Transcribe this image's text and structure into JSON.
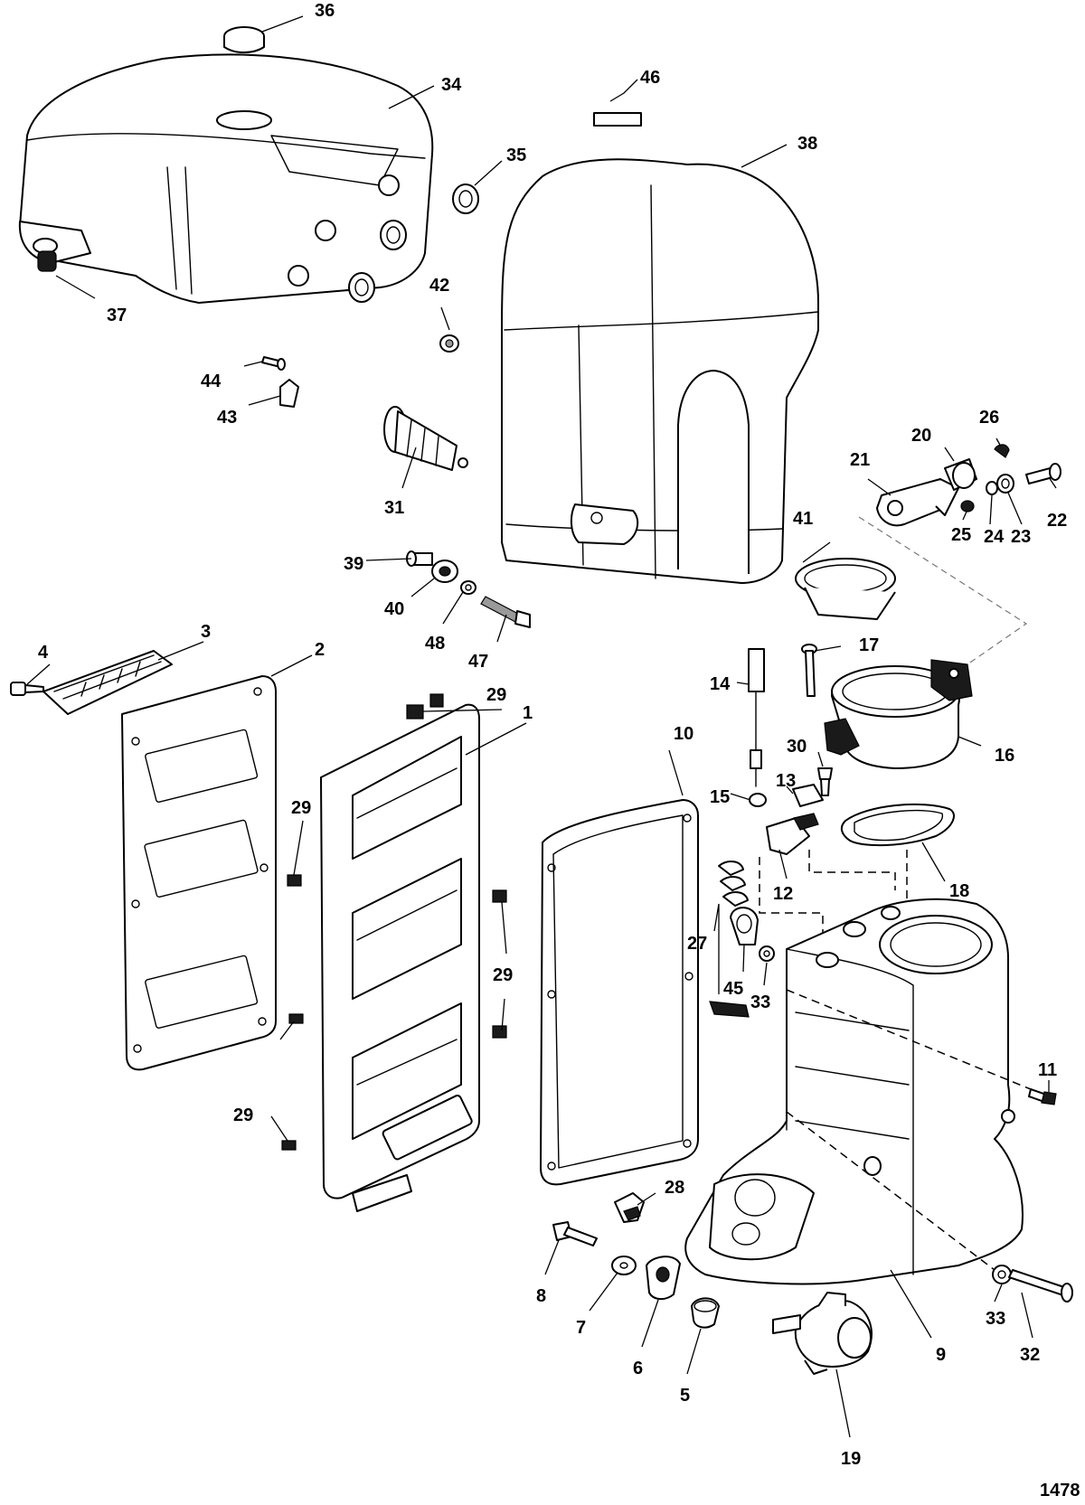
{
  "diagram_number": "1478",
  "callouts": {
    "c1": "1",
    "c2": "2",
    "c3": "3",
    "c4": "4",
    "c5": "5",
    "c6": "6",
    "c7": "7",
    "c8": "8",
    "c9": "9",
    "c10": "10",
    "c11": "11",
    "c12": "12",
    "c13": "13",
    "c14": "14",
    "c15": "15",
    "c16": "16",
    "c17": "17",
    "c18": "18",
    "c19": "19",
    "c20": "20",
    "c21": "21",
    "c22": "22",
    "c23": "23",
    "c24": "24",
    "c25": "25",
    "c26": "26",
    "c27": "27",
    "c28": "28",
    "c29a": "29",
    "c29b": "29",
    "c29c": "29",
    "c29d": "29",
    "c30": "30",
    "c31": "31",
    "c32": "32",
    "c33a": "33",
    "c33b": "33",
    "c34": "34",
    "c35": "35",
    "c36": "36",
    "c37": "37",
    "c38": "38",
    "c39": "39",
    "c40": "40",
    "c41": "41",
    "c42": "42",
    "c43": "43",
    "c44": "44",
    "c45": "45",
    "c46": "46",
    "c47": "47",
    "c48": "48"
  }
}
